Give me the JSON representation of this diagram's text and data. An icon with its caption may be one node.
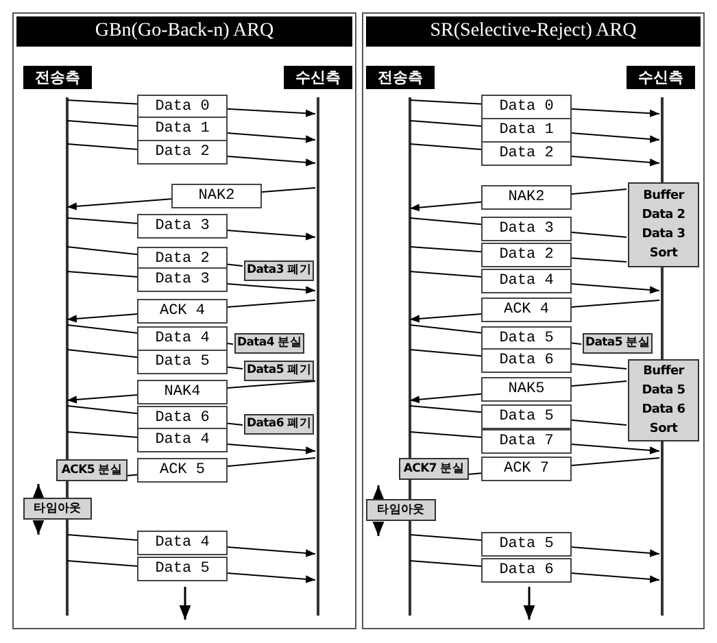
{
  "diagram": {
    "nodes": [
      {
        "text": [
          "GBn(Go-Back-n) ARQ"
        ]
      },
      {
        "text": [
          "전송측"
        ],
        "in": 0
      },
      {
        "text": [
          "수신측"
        ],
        "in": 0
      },
      {
        "text": [],
        "shape": "bar",
        "in": 0
      },
      {
        "text": [],
        "shape": "bar",
        "in": 0
      },
      {
        "text": [
          "Data3 폐기"
        ],
        "in": 0
      },
      {
        "text": [
          "Data4 분실"
        ],
        "in": 0
      },
      {
        "text": [
          "Data5 폐기"
        ],
        "in": 0
      },
      {
        "text": [
          "Data6 폐기"
        ],
        "in": 0
      },
      {
        "text": [
          "ACK5 분실"
        ],
        "in": 0
      },
      {
        "text": [
          "타임아웃"
        ],
        "in": 0
      },
      {
        "text": [
          "SR(Selective-Reject) ARQ"
        ]
      },
      {
        "text": [
          "전송측"
        ],
        "in": 11
      },
      {
        "text": [
          "수신측"
        ],
        "in": 11
      },
      {
        "text": [],
        "shape": "bar",
        "in": 11
      },
      {
        "text": [],
        "shape": "bar",
        "in": 11
      },
      {
        "text": [
          "Buffer Data 2 Data 3 Sort"
        ],
        "in": 11
      },
      {
        "text": [
          "Data5 분실"
        ],
        "in": 11
      },
      {
        "text": [
          "Buffer Data 5 Data 6 Sort"
        ],
        "in": 11
      },
      {
        "text": [
          "ACK7 분실"
        ],
        "in": 11
      },
      {
        "text": [
          "타임아웃"
        ],
        "in": 11
      }
    ],
    "edges": [
      {
        "from": 3,
        "to": 4,
        "arrow": "to",
        "label": "Data 0"
      },
      {
        "from": 3,
        "to": 4,
        "arrow": "to",
        "label": "Data 1"
      },
      {
        "from": 3,
        "to": 4,
        "arrow": "to",
        "label": "Data 2"
      },
      {
        "from": 4,
        "to": 3,
        "arrow": "to",
        "label": "NAK2"
      },
      {
        "from": 3,
        "to": 4,
        "arrow": "to",
        "label": "Data 3"
      },
      {
        "from": 3,
        "to": 5,
        "arrow": "none",
        "label": "Data 2"
      },
      {
        "from": 3,
        "to": 4,
        "arrow": "to",
        "label": "Data 3"
      },
      {
        "from": 4,
        "to": 3,
        "arrow": "to",
        "label": "ACK 4"
      },
      {
        "from": 3,
        "to": 6,
        "arrow": "none",
        "label": "Data 4"
      },
      {
        "from": 3,
        "to": 7,
        "arrow": "none",
        "label": "Data 5"
      },
      {
        "from": 4,
        "to": 3,
        "arrow": "to",
        "label": "NAK4"
      },
      {
        "from": 3,
        "to": 8,
        "arrow": "none",
        "label": "Data 6"
      },
      {
        "from": 3,
        "to": 4,
        "arrow": "to",
        "label": "Data 4"
      },
      {
        "from": 4,
        "to": 9,
        "arrow": "none",
        "label": "ACK 5"
      },
      {
        "from": 3,
        "to": 4,
        "arrow": "to",
        "label": "Data 4"
      },
      {
        "from": 3,
        "to": 4,
        "arrow": "to",
        "label": "Data 5"
      },
      {
        "from": 14,
        "to": 15,
        "arrow": "to",
        "label": "Data 0"
      },
      {
        "from": 14,
        "to": 15,
        "arrow": "to",
        "label": "Data 1"
      },
      {
        "from": 14,
        "to": 15,
        "arrow": "to",
        "label": "Data 2"
      },
      {
        "from": 16,
        "to": 14,
        "arrow": "to",
        "label": "NAK2"
      },
      {
        "from": 14,
        "to": 16,
        "arrow": "none",
        "label": "Data 3"
      },
      {
        "from": 14,
        "to": 16,
        "arrow": "none",
        "label": "Data 2"
      },
      {
        "from": 14,
        "to": 15,
        "arrow": "to",
        "label": "Data 4"
      },
      {
        "from": 15,
        "to": 14,
        "arrow": "to",
        "label": "ACK 4"
      },
      {
        "from": 14,
        "to": 17,
        "arrow": "none",
        "label": "Data 5"
      },
      {
        "from": 14,
        "to": 18,
        "arrow": "none",
        "label": "Data 6"
      },
      {
        "from": 18,
        "to": 14,
        "arrow": "to",
        "label": "NAK5"
      },
      {
        "from": 14,
        "to": 18,
        "arrow": "none",
        "label": "Data 5"
      },
      {
        "from": 14,
        "to": 15,
        "arrow": "to",
        "label": "Data 7"
      },
      {
        "from": 15,
        "to": 19,
        "arrow": "none",
        "label": "ACK 7"
      },
      {
        "from": 14,
        "to": 15,
        "arrow": "to",
        "label": "Data 5"
      },
      {
        "from": 14,
        "to": 15,
        "arrow": "to",
        "label": "Data 6"
      }
    ]
  }
}
